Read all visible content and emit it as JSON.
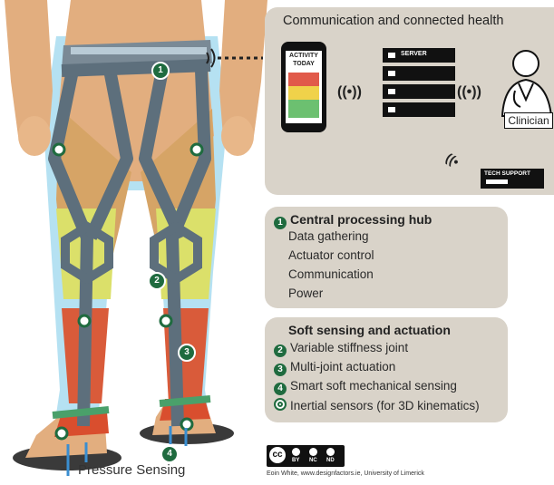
{
  "comm_panel": {
    "title": "Communication and connected health",
    "phone_line1": "ACTIVITY",
    "phone_line2": "TODAY",
    "server_label": "SERVER",
    "clinician_label": "Clinician",
    "tech_support_label": "TECH SUPPORT"
  },
  "hub_panel": {
    "number": "1",
    "title": "Central processing hub",
    "items": [
      "Data gathering",
      "Actuator control",
      "Communication",
      "Power"
    ]
  },
  "soft_panel": {
    "title": "Soft sensing and actuation",
    "items": [
      {
        "number": "2",
        "label": "Variable stiffness joint"
      },
      {
        "number": "3",
        "label": "Multi-joint actuation"
      },
      {
        "number": "4",
        "label": "Smart soft mechanical sensing"
      },
      {
        "number": "",
        "label": "Inertial sensors (for 3D kinematics)"
      }
    ]
  },
  "figure_labels": {
    "pressure_sensing": "Pressure Sensing",
    "callout_1": "1",
    "callout_2": "2",
    "callout_3": "3",
    "callout_4": "4"
  },
  "license": {
    "cc_text": "cc",
    "by": "BY",
    "nc": "NC",
    "nd": "ND",
    "credit": "Eoin White, www.designfactors.ie, University of Limerick"
  },
  "colors": {
    "panel_bg": "#d9d3c9",
    "badge_green": "#1f6b3f",
    "skin": "#e2ae7f",
    "suit_blue": "#9fd6ee",
    "brace_grey": "#5d6f7c",
    "calf_red": "#d95b3a",
    "knee_yellow": "#dbe06a"
  }
}
